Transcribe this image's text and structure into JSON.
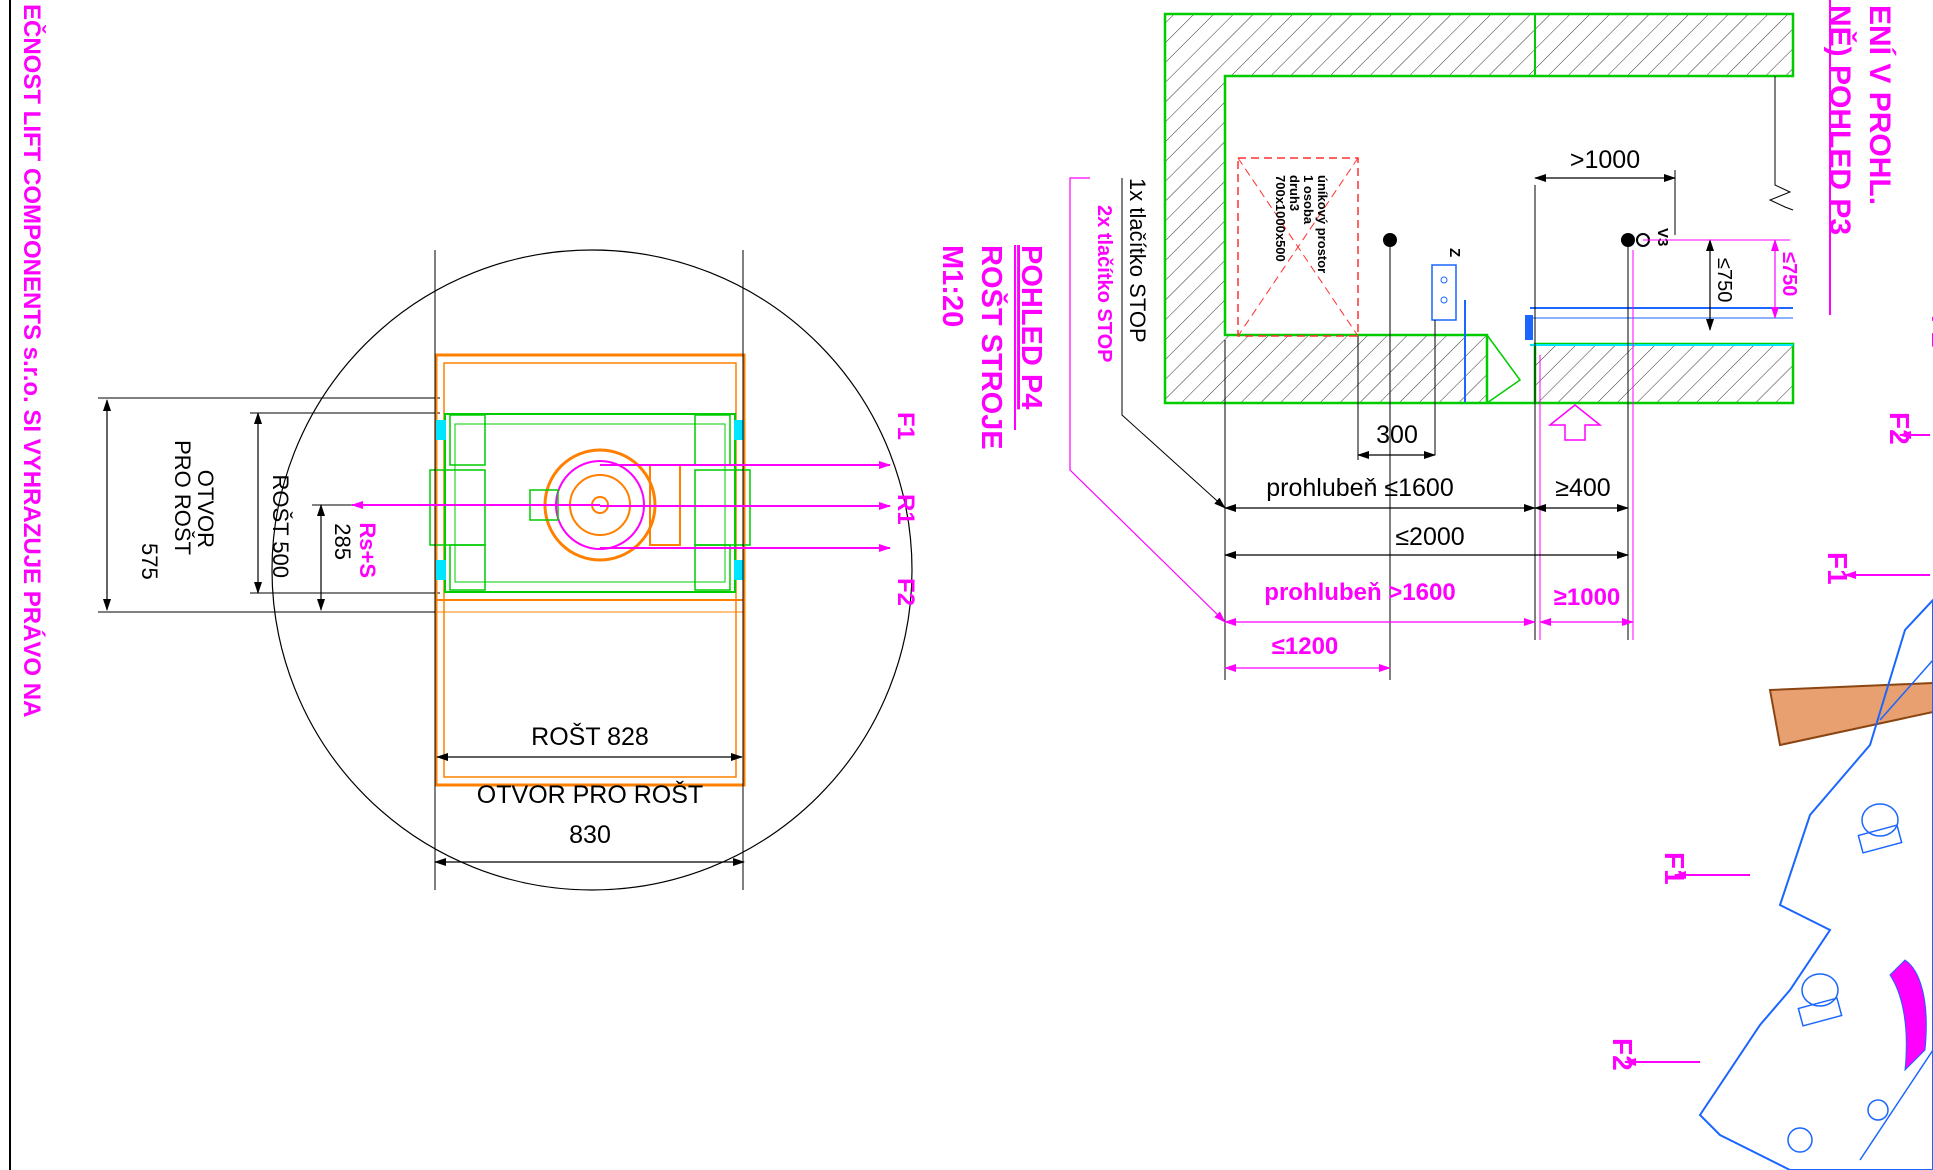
{
  "colors": {
    "magenta": "#ff00ff",
    "black": "#000000",
    "green": "#00cc00",
    "orange": "#ff8000",
    "cyan": "#00e5ff",
    "blue": "#1a66ff",
    "red": "#ff3030",
    "brown": "#8b4513"
  },
  "copyright": "EČNOST LIFT COMPONENTS s.r.o. SI VYHRAZUJE PRÁVO NA",
  "p4": {
    "title": "POHLED P4",
    "subtitle": "ROŠT STROJE",
    "scale": "M1:20",
    "force_f1": "F1",
    "force_r1": "R1",
    "force_f2": "F2",
    "force_rs": "Rs+S",
    "dim_rost500": "ROŠT 500",
    "dim_otvor_line1": "OTVOR",
    "dim_otvor_line2": "PRO ROŠT",
    "dim_575": "575",
    "dim_285": "285",
    "dim_rost828": "ROŠT 828",
    "dim_otvor830_line1": "OTVOR PRO ROŠT",
    "dim_otvor830_line2": "830"
  },
  "p3": {
    "title_line1": "ENÍ V PROHL.",
    "title_line2": "NĚ) POHLED P3",
    "stop1": "1x tlačítko STOP",
    "stop2": "2x tlačítko STOP",
    "refuge_line1": "úníkový prostor",
    "refuge_line2": "1 osoba",
    "refuge_line3": "druh3",
    "refuge_line4": "700x1000x500",
    "dim_gt1000": ">1000",
    "dim_le750_black": "≤750",
    "dim_le750_magenta": "≤750",
    "label_v3": "V3",
    "label_z": "Z",
    "dim_300": "300",
    "dim_prohluben1600": "prohlubeň ≤1600",
    "dim_ge400": "≥400",
    "dim_le2000": "≤2000",
    "dim_prohluben_gt1600": "prohlubeň >1600",
    "dim_ge1000": "≥1000",
    "dim_le1200": "≤1200"
  },
  "iso": {
    "force_f2_top": "F2",
    "force_f2_upper": "F2",
    "force_f1_upper": "F1",
    "force_f1_lower": "F1",
    "force_f2_lower": "F2"
  }
}
